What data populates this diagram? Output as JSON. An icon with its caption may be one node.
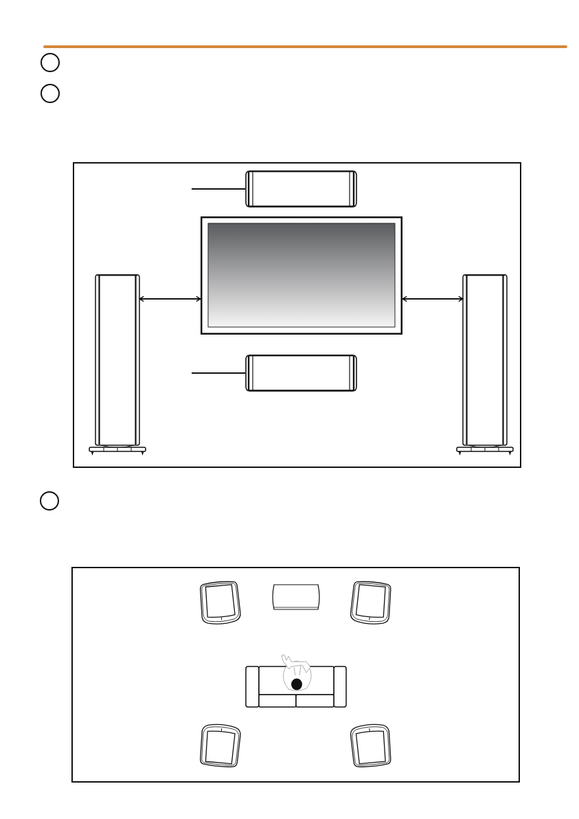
{
  "diagram": {
    "nodes": [
      {
        "text": [],
        "shape": "circle"
      },
      {
        "text": [],
        "shape": "circle"
      },
      {
        "text": [],
        "shape": "box"
      },
      {
        "text": [],
        "shape": "picture",
        "in": 2
      },
      {
        "text": [],
        "shape": "picture",
        "in": 2
      },
      {
        "text": [],
        "shape": "picture",
        "in": 2
      },
      {
        "text": [],
        "shape": "picture",
        "in": 2
      },
      {
        "text": [],
        "shape": "picture",
        "in": 2
      },
      {
        "text": [],
        "shape": "circle"
      },
      {
        "text": [],
        "shape": "box"
      }
    ],
    "edges": [
      {
        "from": 5,
        "to": 4,
        "arrow": "both"
      },
      {
        "from": 4,
        "to": 6,
        "arrow": "both"
      },
      {
        "from": null,
        "to": 3,
        "arrow": "none"
      },
      {
        "from": null,
        "to": 7,
        "arrow": "none"
      }
    ]
  }
}
